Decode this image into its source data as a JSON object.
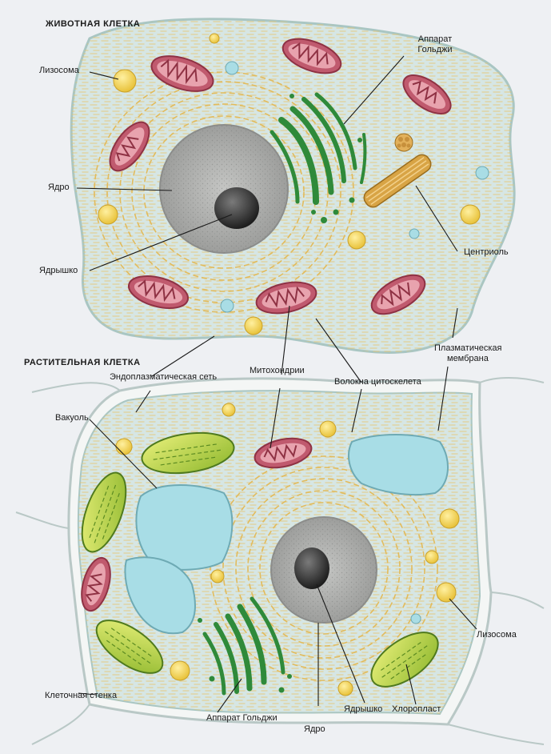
{
  "titles": {
    "animal": "ЖИВОТНАЯ КЛЕТКА",
    "plant": "РАСТИТЕЛЬНАЯ КЛЕТКА"
  },
  "labels": {
    "lysosome_animal": "Лизосома",
    "golgi_animal_1": "Аппарат",
    "golgi_animal_2": "Гольджи",
    "nucleus_animal": "Ядро",
    "nucleolus_animal": "Ядрышко",
    "centriole": "Центриоль",
    "plasma_membrane_1": "Плазматическая",
    "plasma_membrane_2": "мембрана",
    "er": "Эндоплазматическая сеть",
    "mitochondrion": "Митохондрии",
    "cytoskeleton": "Волокна цитоскелета",
    "vacuole": "Вакуоль",
    "lysosome_plant": "Лизосома",
    "chloroplast": "Хлоропласт",
    "cell_wall": "Клеточная стенка",
    "golgi_plant": "Аппарат Гольджи",
    "nucleus_plant": "Ядро",
    "nucleolus_plant": "Ядрышко"
  },
  "colors": {
    "cytoplasm": "#d6e6e4",
    "nucleus": "#a9aaa8",
    "nucleolus": "#3a3a3a",
    "mitochondrion": "#c05a6e",
    "golgi": "#2f8a3a",
    "chloroplast": "#a9c83a",
    "vacuole": "#a8dde6",
    "lysosome": "#f1cf4a",
    "er": "#e6c26a",
    "centriole": "#d8a445",
    "cell_wall": "#f2f4f2"
  }
}
